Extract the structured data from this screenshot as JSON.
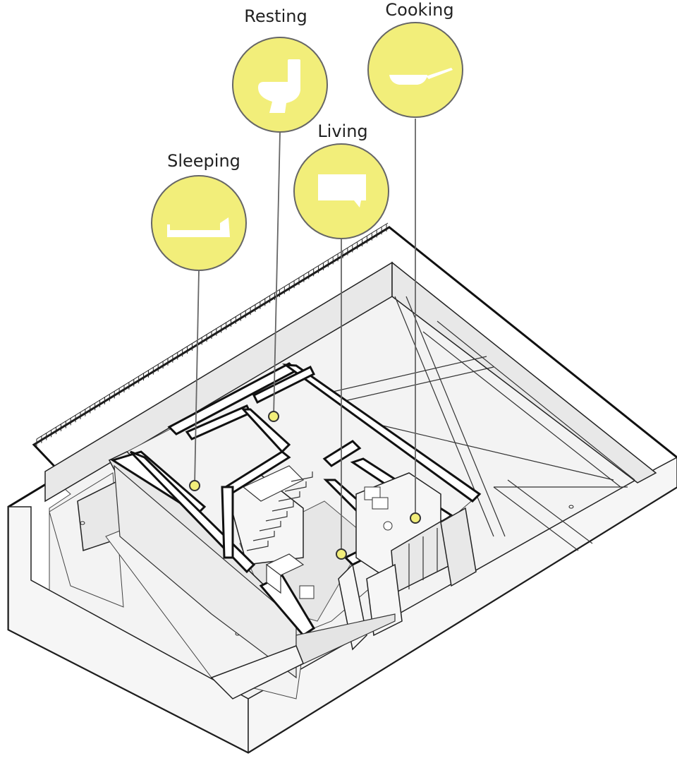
{
  "zones": [
    {
      "key": "sleeping",
      "label": "Sleeping",
      "icon": "bed-icon"
    },
    {
      "key": "resting",
      "label": "Resting",
      "icon": "toilet-icon"
    },
    {
      "key": "living",
      "label": "Living",
      "icon": "speech-bubble-icon"
    },
    {
      "key": "cooking",
      "label": "Cooking",
      "icon": "frying-pan-icon"
    }
  ],
  "colors": {
    "bubble_fill": "#f2ee7a",
    "bubble_stroke": "#666666",
    "leader": "#666666",
    "wall_shade": "#e8e8e8",
    "outline": "#111111"
  }
}
